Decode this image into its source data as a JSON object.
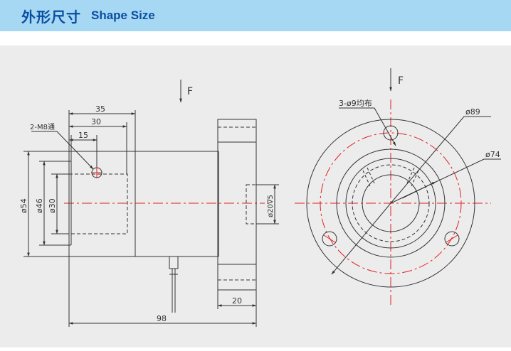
{
  "header": {
    "title_cn": "外形尺寸",
    "title_en": "Shape Size"
  },
  "drawing": {
    "force_label_left": "F",
    "force_label_right": "F",
    "side_view": {
      "dim_35": "35",
      "dim_30": "30",
      "dim_15": "15",
      "thread_note": "2-M8通",
      "dia_54": "ø54",
      "dia_46": "ø46",
      "dia_30": "ø30",
      "bore_note": "ø20∇5",
      "dim_20": "20",
      "dim_98": "98"
    },
    "front_view": {
      "holes_note": "3-ø9均布",
      "dia_89": "ø89",
      "dia_74": "ø74"
    }
  },
  "colors": {
    "header_bg": "#a6d8f3",
    "title": "#0a4fa3",
    "line": "#333333",
    "center_line": "#e02020",
    "canvas_bg": "#ececec"
  }
}
